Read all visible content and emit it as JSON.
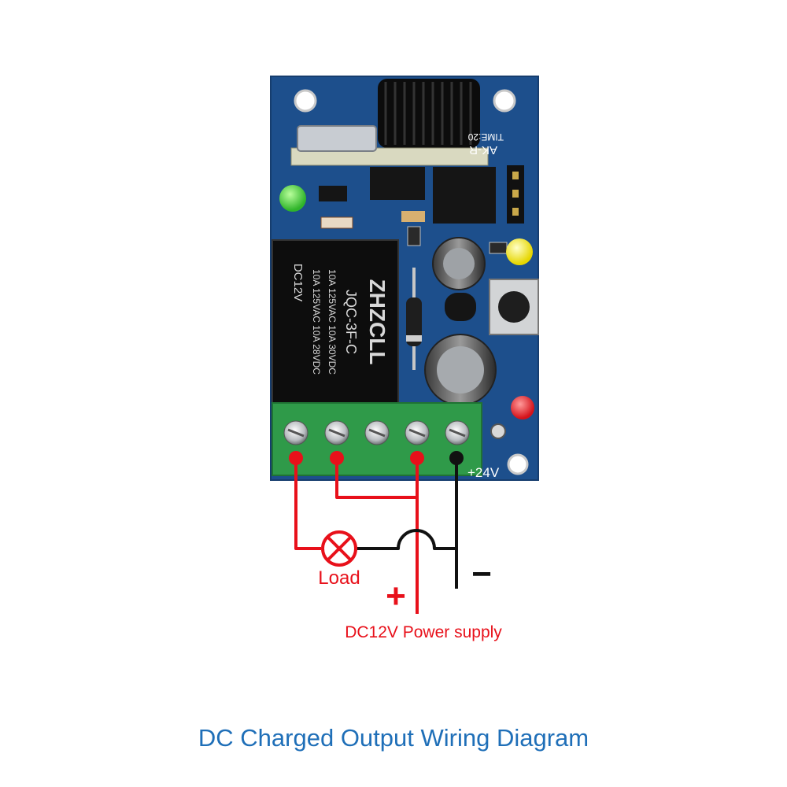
{
  "title": "DC Charged Output Wiring Diagram",
  "colors": {
    "title": "#1f6fb8",
    "wire_red": "#e8101a",
    "wire_black": "#111111",
    "board": "#1d4f8c",
    "terminal": "#2f9a49"
  },
  "board": {
    "silkscreen_top": "TIME:20",
    "silkscreen_model": "AK-R",
    "voltage_label": "+24V",
    "relay": {
      "brand": "ZHZCLL",
      "model": "JQC-3F-C",
      "rating_1": "10A 125VAC 10A 30VDC",
      "rating_2": "10A 125VAC 10A 28VDC",
      "coil": "DC12V"
    }
  },
  "labels": {
    "load": "Load",
    "plus": "+",
    "minus": "−",
    "power_supply": "DC12V Power supply"
  }
}
